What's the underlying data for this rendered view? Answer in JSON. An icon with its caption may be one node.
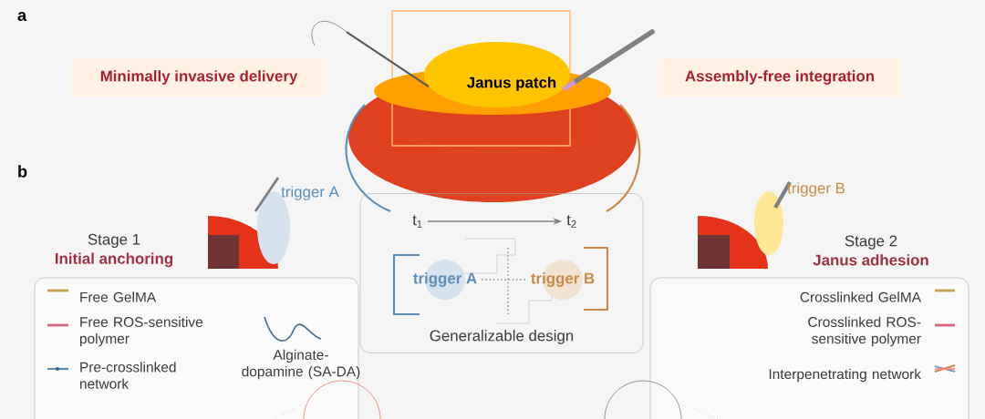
{
  "diagram": {
    "nodes": [
      {
        "text": [
          "**Minimally** invasive delivery"
        ]
      },
      {
        "text": [
          "Janus patch"
        ]
      },
      {
        "text": [
          "**Assembly-free** integration"
        ]
      },
      {
        "text": [
          "Stage 1",
          "Initial anchoring"
        ]
      },
      {
        "text": [
          "Stage 2",
          "Janus adhesion"
        ]
      },
      {
        "text": [
          "Generalizable design"
        ]
      },
      {
        "text": [
          "t$_{1}$"
        ],
        "in": 5
      },
      {
        "text": [
          "t$_{2}$"
        ],
        "in": 5
      },
      {
        "text": [
          "trigger A"
        ],
        "in": 5
      },
      {
        "text": [
          "trigger B"
        ],
        "in": 5
      }
    ],
    "edges": [
      {
        "from": 6,
        "to": 7,
        "arrow": "to"
      },
      {
        "from": 8,
        "to": 9,
        "arrow": "none",
        "style": "dashed"
      }
    ],
    "labels": [
      "a",
      "b",
      "trigger A",
      "trigger B"
    ],
    "legend": [
      {
        "text": "Free GelMA",
        "color": "#c9a050"
      },
      {
        "text": "Free ROS-sensitive polymer",
        "color": "#d9687e"
      },
      {
        "text": "Pre-crosslinked network"
      },
      {
        "text": "Alginate-dopamine (SA-DA)"
      },
      {
        "text": "Crosslinked GelMA",
        "color": "#c9a050"
      },
      {
        "text": "Crosslinked ROS-sensitive polymer",
        "color": "#d9687e"
      },
      {
        "text": "Interpenetrating network"
      }
    ]
  }
}
